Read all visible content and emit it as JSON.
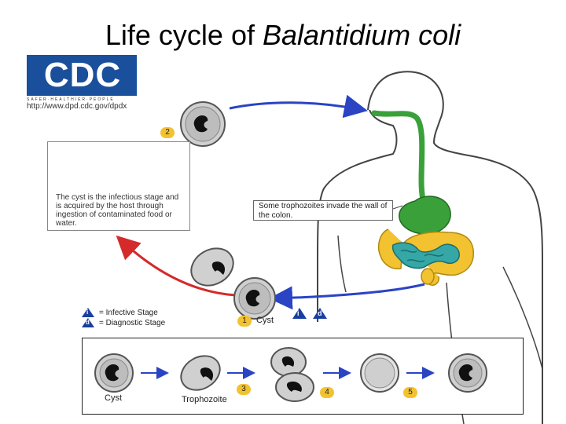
{
  "title": {
    "prefix": "Life cycle of ",
    "italic": "Balantidium coli"
  },
  "logo": {
    "letters": "CDC",
    "tagline": "SAFER·HEALTHIER·PEOPLE",
    "url": "http://www.dpd.cdc.gov/dpdx"
  },
  "food_box": {
    "text": "The cyst is the infectious stage and is acquired by the host through ingestion of contaminated food or water."
  },
  "colon_note": "Some trophozoites invade the wall of the colon.",
  "legend": {
    "infective": {
      "symbol": "i",
      "label": "= Infective Stage"
    },
    "diagnostic": {
      "symbol": "d",
      "label": "= Diagnostic Stage"
    }
  },
  "cycle_labels": {
    "cyst": "Cyst",
    "step1": "1",
    "step2": "2"
  },
  "stage_badges": {
    "infective": "i",
    "diagnostic": "d"
  },
  "bottom": {
    "cyst_label": "Cyst",
    "troph_label": "Trophozoite",
    "step3": "3",
    "step4": "4",
    "step5": "5"
  },
  "colors": {
    "digestive_green": "#3aa13a",
    "small_intestine": "#36a7a7",
    "colon_yellow": "#f2c230",
    "cycle_arrow_blue": "#2a44c4",
    "cycle_arrow_red": "#d42a2a",
    "badge_blue": "#1a3fa0",
    "step_badge_yellow": "#f2c230",
    "logo_blue": "#1a4f9c"
  }
}
